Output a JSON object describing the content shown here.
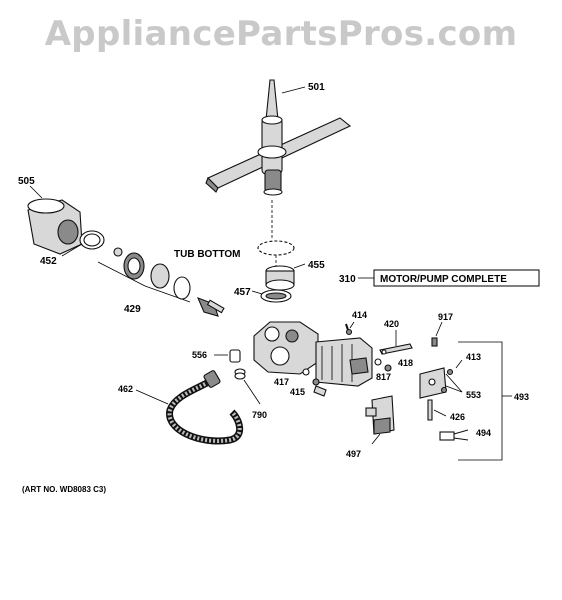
{
  "watermark": "AppliancePartsPros.com",
  "labels": {
    "tub_bottom": "TUB BOTTOM",
    "motor_pump_number": "310",
    "motor_pump_text": "MOTOR/PUMP COMPLETE",
    "art_no": "(ART NO. WD8083 C3)"
  },
  "parts": {
    "p501": "501",
    "p505": "505",
    "p452": "452",
    "p455": "455",
    "p457": "457",
    "p429": "429",
    "p414": "414",
    "p420": "420",
    "p917": "917",
    "p556": "556",
    "p413": "413",
    "p418": "418",
    "p817": "817",
    "p417": "417",
    "p415": "415",
    "p553": "553",
    "p493": "493",
    "p462": "462",
    "p790": "790",
    "p426": "426",
    "p494": "494",
    "p497": "497"
  }
}
